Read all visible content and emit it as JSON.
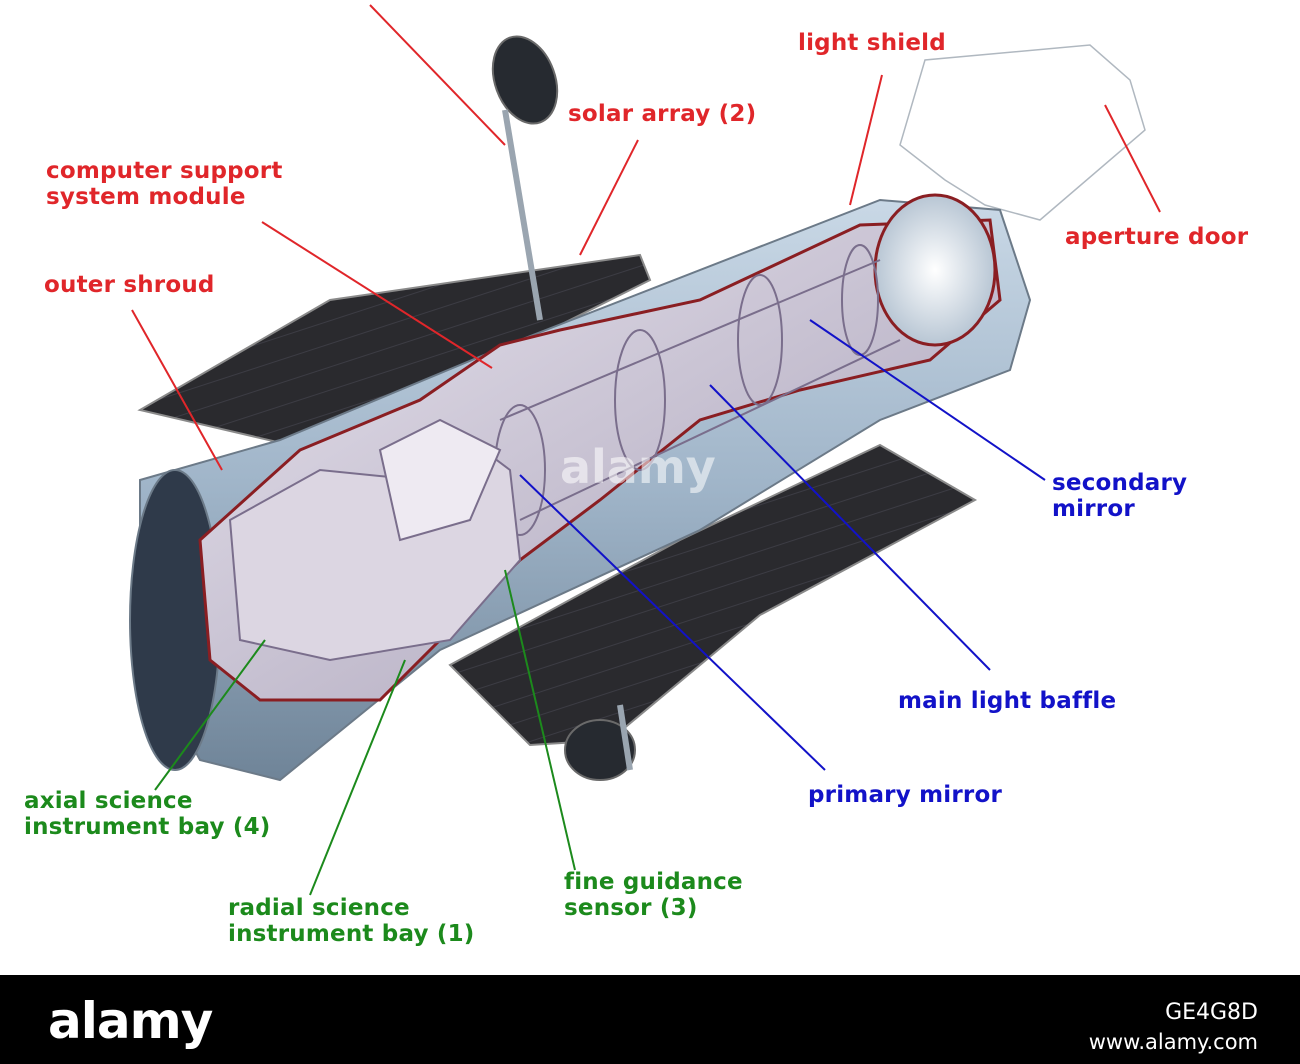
{
  "labels": {
    "light_shield": "light shield",
    "solar_array": "solar array (2)",
    "computer_support": "computer support",
    "system_module": "system module",
    "outer_shroud": "outer shroud",
    "aperture_door": "aperture door",
    "secondary_1": "secondary",
    "secondary_2": "mirror",
    "main_light_baffle": "main light baffle",
    "primary_mirror": "primary mirror",
    "axial_1": "axial science",
    "axial_2": "instrument bay (4)",
    "radial_1": "radial science",
    "radial_2": "instrument bay (1)",
    "fine_1": "fine guidance",
    "fine_2": "sensor (3)"
  },
  "colors": {
    "red_label": "#e0262a",
    "blue_label": "#1212c8",
    "green_label": "#1c8a1c"
  },
  "stock": {
    "brand": "alamy",
    "image_id": "GE4G8D",
    "url": "www.alamy.com",
    "watermark": "alamy"
  }
}
